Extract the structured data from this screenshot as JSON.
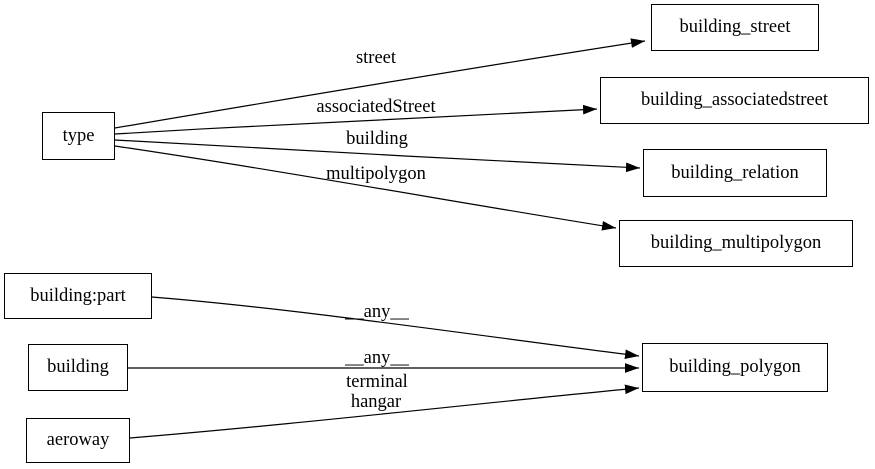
{
  "diagram": {
    "type": "directed-graph",
    "background_color": "#ffffff",
    "stroke_color": "#000000",
    "text_color": "#000000",
    "nodes": [
      {
        "id": "type",
        "label": "type"
      },
      {
        "id": "building_street",
        "label": "building_street"
      },
      {
        "id": "building_associatedstreet",
        "label": "building_associatedstreet"
      },
      {
        "id": "building_relation",
        "label": "building_relation"
      },
      {
        "id": "building_multipolygon",
        "label": "building_multipolygon"
      },
      {
        "id": "building:part",
        "label": "building:part"
      },
      {
        "id": "building",
        "label": "building"
      },
      {
        "id": "aeroway",
        "label": "aeroway"
      },
      {
        "id": "building_polygon",
        "label": "building_polygon"
      }
    ],
    "edges": [
      {
        "from": "type",
        "to": "building_street",
        "label": "street"
      },
      {
        "from": "type",
        "to": "building_associatedstreet",
        "label": "associatedStreet"
      },
      {
        "from": "type",
        "to": "building_relation",
        "label": "building"
      },
      {
        "from": "type",
        "to": "building_multipolygon",
        "label": "multipolygon"
      },
      {
        "from": "building:part",
        "to": "building_polygon",
        "label": "__any__"
      },
      {
        "from": "building",
        "to": "building_polygon",
        "label": "__any__"
      },
      {
        "from": "aeroway",
        "to": "building_polygon",
        "label_lines": [
          "terminal",
          "hangar"
        ]
      }
    ]
  }
}
